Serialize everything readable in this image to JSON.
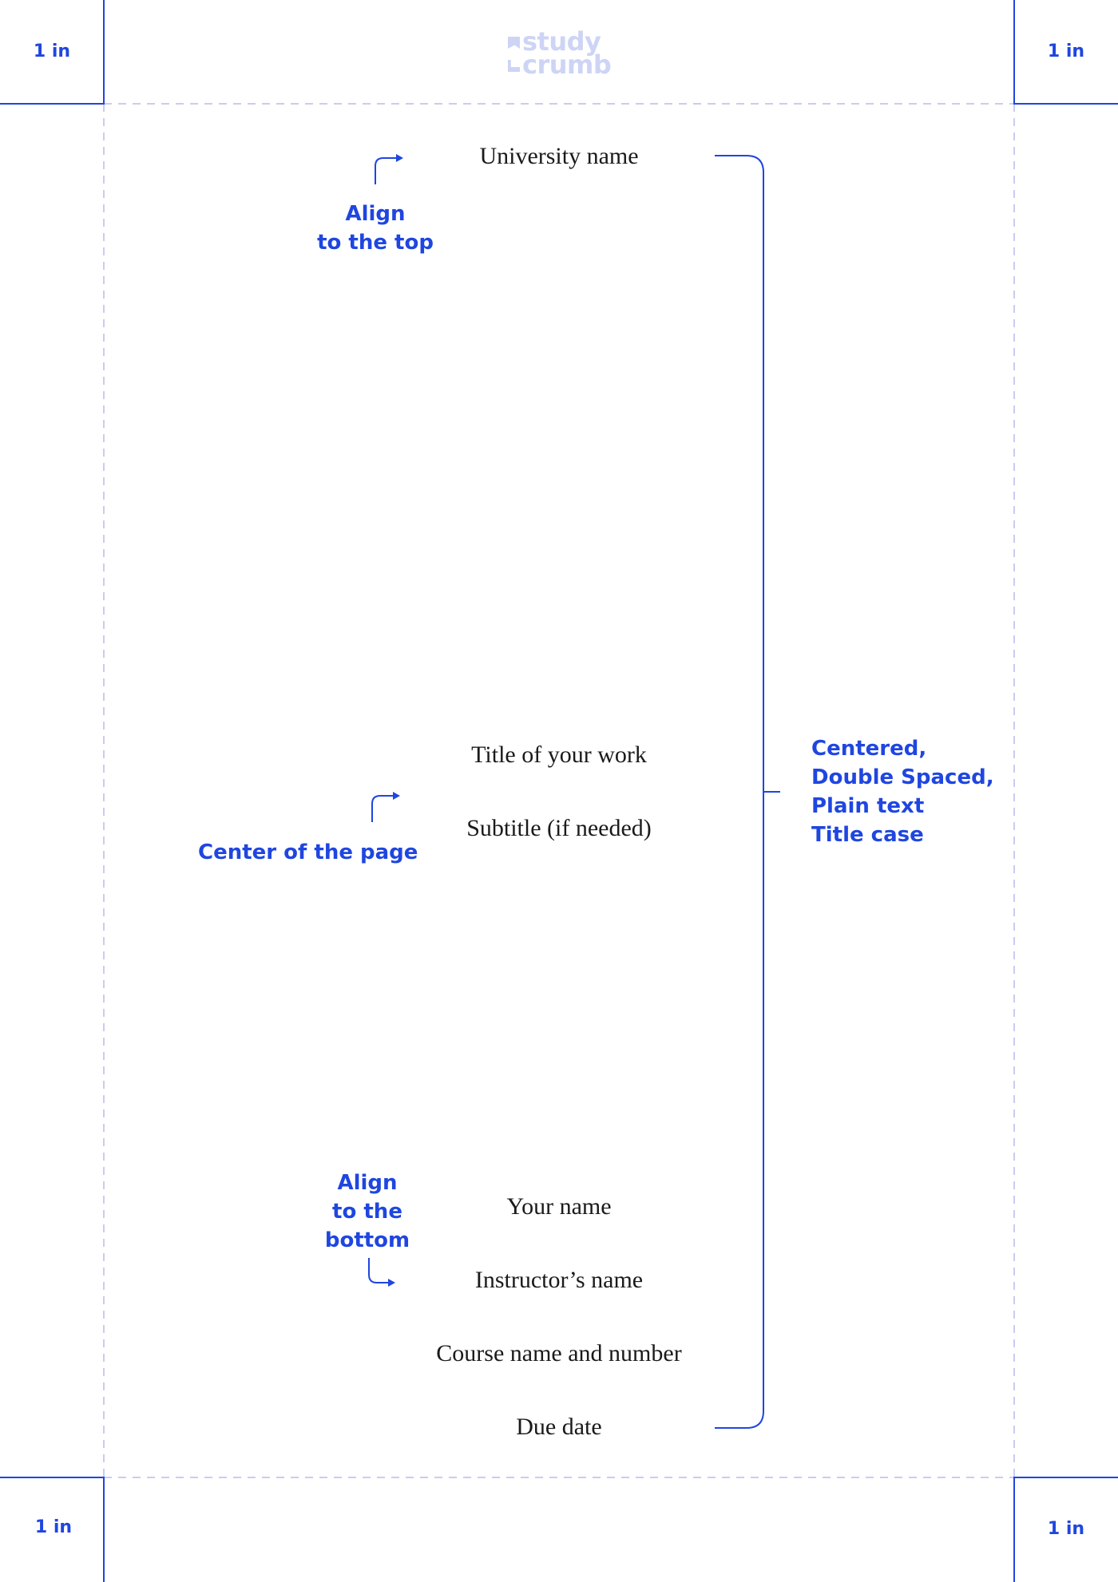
{
  "margin_labels": {
    "top_left": "1 in",
    "top_right": "1 in",
    "bottom_left": "1 in",
    "bottom_right": "1 in"
  },
  "logo": {
    "line1": "study",
    "line2": "crumb"
  },
  "document": {
    "university_name": "University name",
    "title": "Title of your work",
    "subtitle": "Subtitle (if needed)",
    "your_name": "Your name",
    "instructor_name": "Instructor’s name",
    "course": "Course name and number",
    "due_date": "Due date"
  },
  "annotations": {
    "top": {
      "line1": "Align",
      "line2": "to the top"
    },
    "center": "Center of the page",
    "bottom": {
      "line1": "Align",
      "line2": "to the bottom"
    },
    "format": {
      "line1": "Centered,",
      "line2": "Double Spaced,",
      "line3": "Plain text",
      "line4": "Title case"
    }
  },
  "colors": {
    "accent": "#1f46e0",
    "margin_guide": "#c9cdf0",
    "logo": "#cdd4f5",
    "text": "#1a1a1a"
  }
}
